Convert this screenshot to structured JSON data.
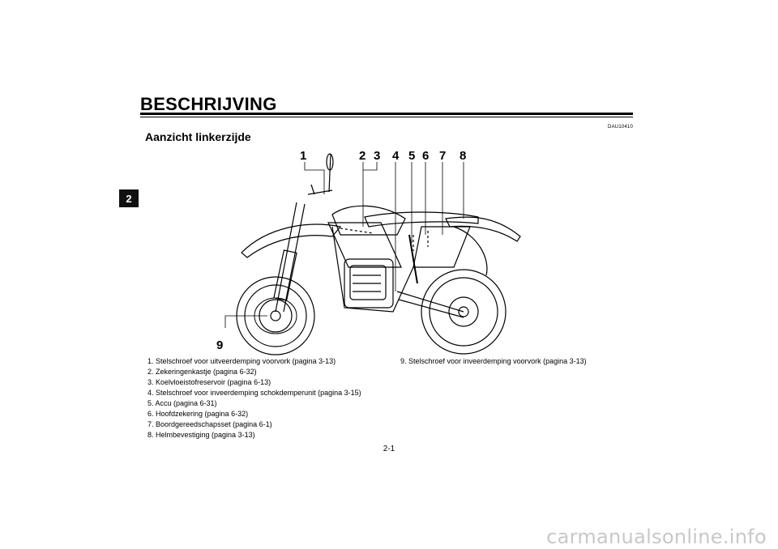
{
  "page_title": "BESCHRIJVING",
  "section_tab": "2",
  "ref_code": "DAU10410",
  "section_heading": "Aanzicht linkerzijde",
  "callouts": [
    "1",
    "2",
    "3",
    "4",
    "5",
    "6",
    "7",
    "8",
    "9"
  ],
  "captions_left": [
    "1. Stelschroef voor uitveerdemping voorvork (pagina 3-13)",
    "2. Zekeringenkastje (pagina 6-32)",
    "3. Koelvloeistofreservoir (pagina 6-13)",
    "4. Stelschroef voor inveerdemping schokdemperunit (pagina 3-15)",
    "5. Accu (pagina 6-31)",
    "6. Hoofdzekering (pagina 6-32)",
    "7. Boordgereedschapsset (pagina 6-1)",
    "8. Helmbevestiging (pagina 3-13)"
  ],
  "captions_right": [
    "9. Stelschroef voor inveerdemping voorvork (pagina 3-13)"
  ],
  "page_number": "2-1",
  "watermark": "carmanualsonline.info"
}
